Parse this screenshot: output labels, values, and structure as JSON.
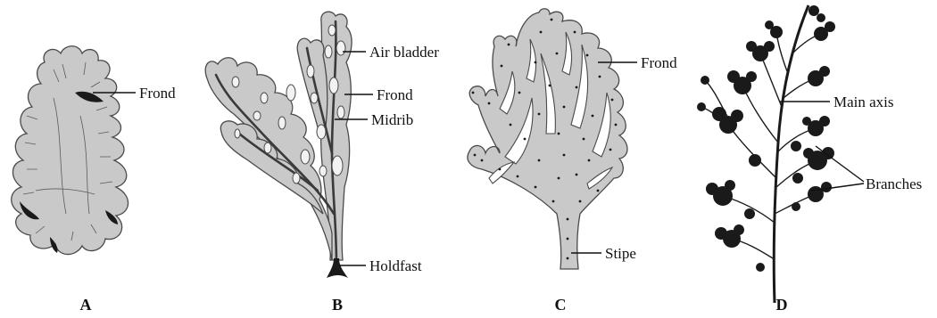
{
  "figure": {
    "panels": [
      {
        "letter": "A",
        "labels": {
          "frond": "Frond"
        }
      },
      {
        "letter": "B",
        "labels": {
          "air_bladder": "Air bladder",
          "frond": "Frond",
          "midrib": "Midrib",
          "holdfast": "Holdfast"
        }
      },
      {
        "letter": "C",
        "labels": {
          "frond": "Frond",
          "stipe": "Stipe"
        }
      },
      {
        "letter": "D",
        "labels": {
          "main_axis": "Main axis",
          "branches": "Branches"
        }
      }
    ]
  },
  "colors": {
    "thallus_fill": "#c9c9c9",
    "thallus_edge": "#4a4a4a",
    "bladder_fill": "#f2f2f2",
    "midrib": "#3a3a3a",
    "dark_tissue": "#1a1a1a"
  }
}
